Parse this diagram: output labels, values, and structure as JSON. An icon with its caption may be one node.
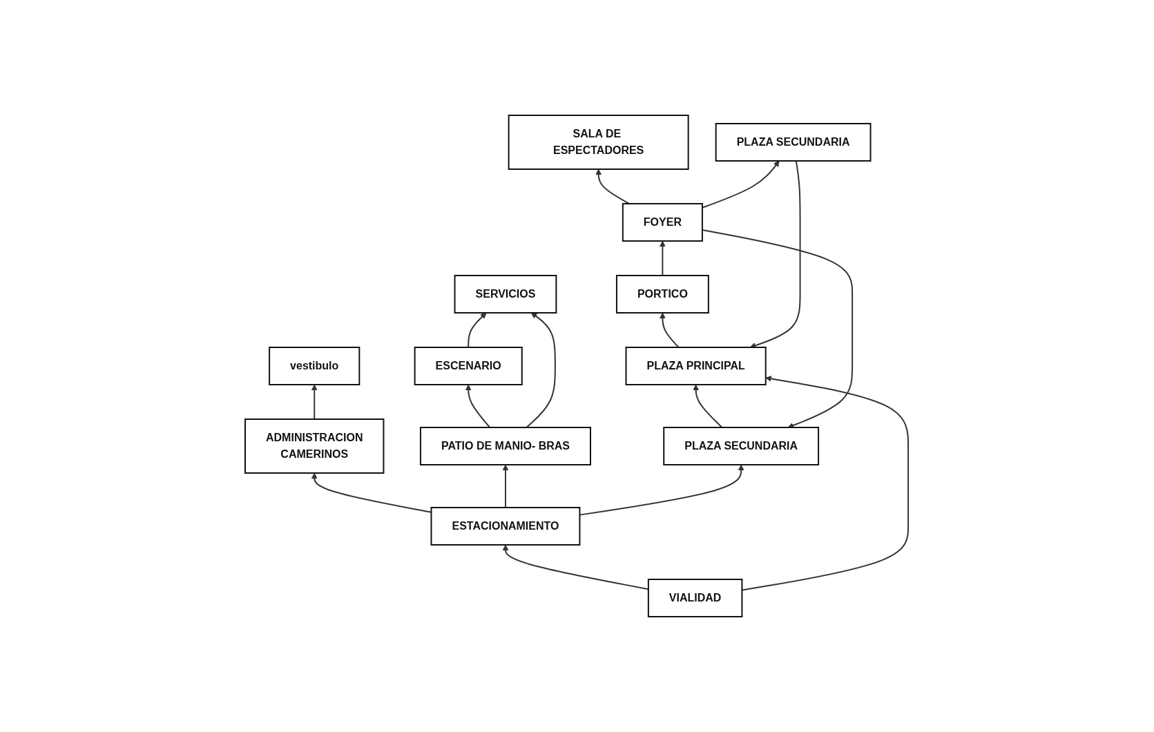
{
  "diagram": {
    "nodes": [
      {
        "text": [
          "ESTACIONAMIENTO"
        ]
      },
      {
        "text": [
          "ADMINISTRACION",
          "CAMERINOS"
        ]
      },
      {
        "text": [
          "vestibulo"
        ]
      },
      {
        "text": [
          "PATIO DE MANIO- BRAS"
        ]
      },
      {
        "text": [
          "ESCENARIO"
        ]
      },
      {
        "text": [
          "SALA DE ESPECTADORES"
        ]
      },
      {
        "text": [
          "FOYER"
        ]
      },
      {
        "text": [
          "PORTICO"
        ]
      },
      {
        "text": [
          "PLAZA PRINCIPAL"
        ]
      },
      {
        "text": [
          "PLAZA SECUNDARIA"
        ]
      },
      {
        "text": [
          "PLAZA SECUNDARIA"
        ]
      },
      {
        "text": [
          "SERVICIOS"
        ]
      },
      {
        "text": [
          "VIALIDAD"
        ]
      }
    ],
    "edges": [
      {
        "from": 12,
        "to": 0,
        "arrow": "to"
      },
      {
        "from": 12,
        "to": 8,
        "arrow": "to"
      },
      {
        "from": 8,
        "to": 7,
        "arrow": "to"
      },
      {
        "from": 7,
        "to": 6,
        "arrow": "to"
      },
      {
        "from": 6,
        "to": 5,
        "arrow": "to"
      },
      {
        "from": 0,
        "to": 1,
        "arrow": "to"
      },
      {
        "from": 0,
        "to": 3,
        "arrow": "to"
      },
      {
        "from": 0,
        "to": 9,
        "arrow": "to"
      },
      {
        "from": 1,
        "to": 2,
        "arrow": "to"
      },
      {
        "from": 3,
        "to": 4,
        "arrow": "to"
      },
      {
        "from": 3,
        "to": 11,
        "arrow": "to"
      },
      {
        "from": 4,
        "to": 11,
        "arrow": "to"
      },
      {
        "from": 6,
        "to": 9,
        "arrow": "to"
      },
      {
        "from": 6,
        "to": 10,
        "arrow": "to"
      },
      {
        "from": 9,
        "to": 8,
        "arrow": "to"
      },
      {
        "from": 10,
        "to": 8,
        "arrow": "to"
      }
    ]
  }
}
